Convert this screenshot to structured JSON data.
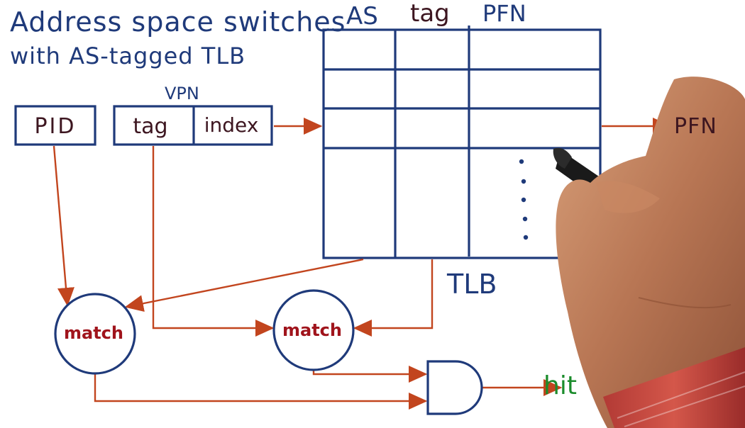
{
  "title": {
    "line1": "Address space switches",
    "line2": "with AS-tagged TLB"
  },
  "tlb": {
    "column_headers": [
      "AS",
      "tag",
      "PFN"
    ],
    "label": "TLB",
    "output_label": "PFN"
  },
  "vpn": {
    "label": "VPN",
    "tag_label": "tag",
    "index_label": "index"
  },
  "pid_label": "PID",
  "match_labels": [
    "match",
    "match"
  ],
  "hit_label": "hit",
  "colors": {
    "ink_blue": "#1f3a7a",
    "ink_dark": "#3d1620",
    "wire_orange": "#c2451e",
    "match_red": "#a0141c",
    "hit_green": "#1b8c2c"
  },
  "icons": [
    "arrow-icon",
    "and-gate-icon",
    "hand-with-pen-image"
  ]
}
